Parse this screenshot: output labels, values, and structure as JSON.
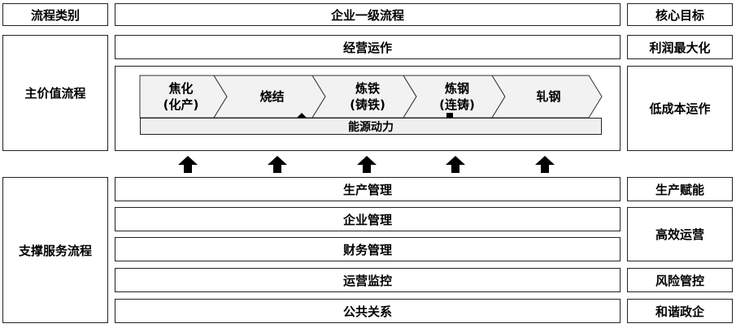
{
  "header": {
    "category": "流程类别",
    "level1": "企业一级流程",
    "goal": "核心目标"
  },
  "main_value": {
    "category": "主价值流程",
    "operation": "经营运作",
    "operation_goal": "利润最大化",
    "chain_goal": "低成本运作",
    "chain": [
      {
        "line1": "焦化",
        "line2": "(化产)"
      },
      {
        "line1": "烧结",
        "line2": ""
      },
      {
        "line1": "炼铁",
        "line2": "(铸铁)"
      },
      {
        "line1": "炼钢",
        "line2": "(连铸)"
      },
      {
        "line1": "轧钢",
        "line2": ""
      }
    ],
    "energy": "能源动力"
  },
  "support": {
    "category": "支撑服务流程",
    "rows": [
      "生产管理",
      "企业管理",
      "财务管理",
      "运营监控",
      "公共关系"
    ],
    "goals": [
      "生产赋能",
      "高效运营",
      "风险管控",
      "和谐政企"
    ]
  }
}
